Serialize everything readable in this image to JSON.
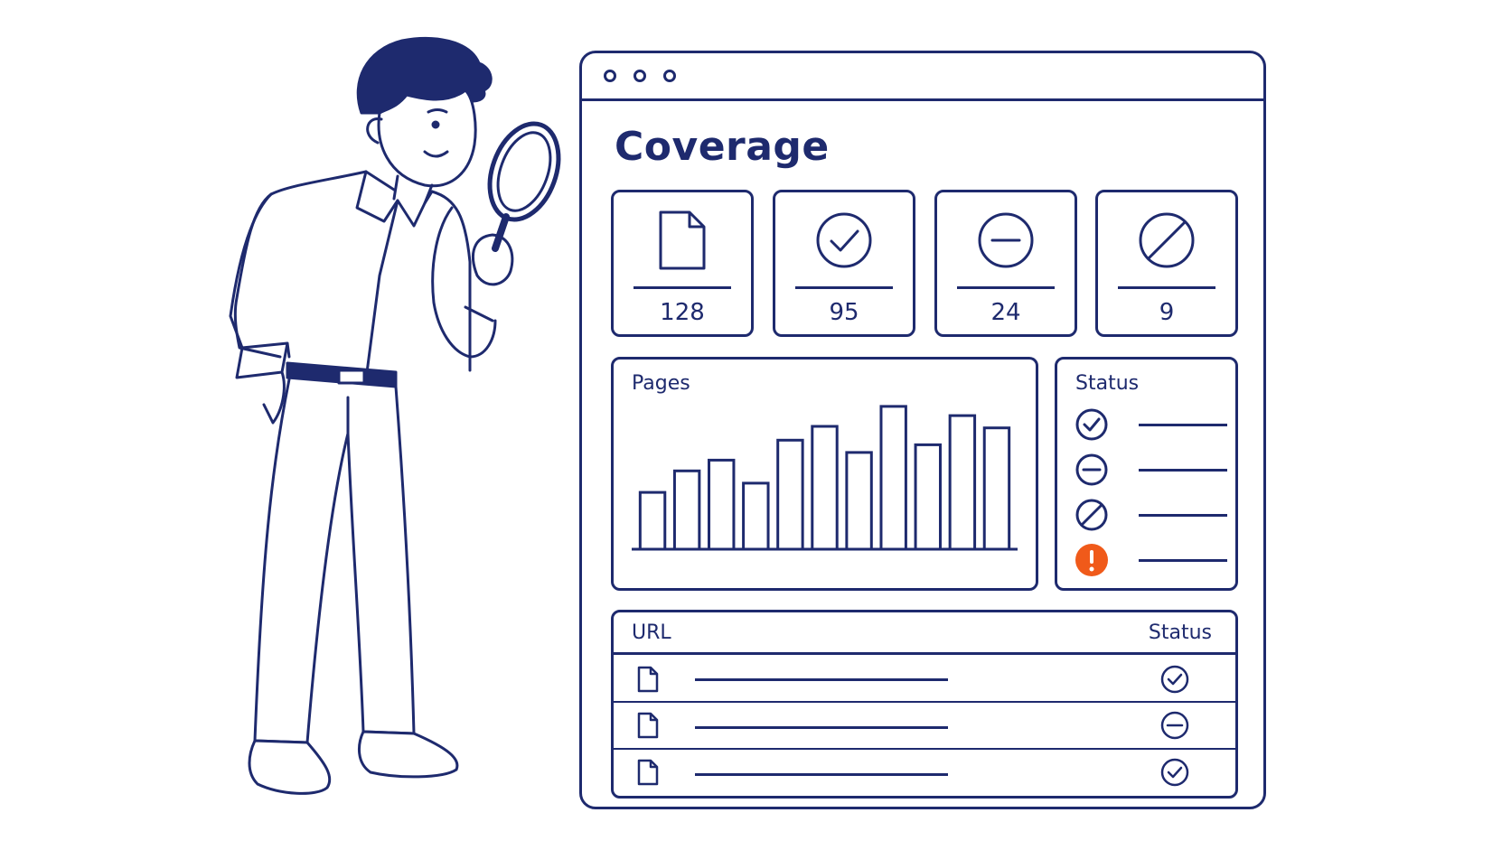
{
  "page": {
    "title": "Coverage",
    "cards": [
      {
        "icon": "document-icon",
        "value": "128"
      },
      {
        "icon": "check-circle-icon",
        "value": "95"
      },
      {
        "icon": "minus-circle-icon",
        "value": "24"
      },
      {
        "icon": "blocked-circle-icon",
        "value": "9"
      }
    ],
    "pages_panel": {
      "title": "Pages"
    },
    "status_panel": {
      "title": "Status",
      "items": [
        {
          "icon": "check-circle-icon"
        },
        {
          "icon": "minus-circle-icon"
        },
        {
          "icon": "blocked-circle-icon"
        },
        {
          "icon": "warning-icon",
          "color": "#f05a1a"
        }
      ]
    },
    "table": {
      "headers": {
        "url": "URL",
        "status": "Status"
      },
      "rows": [
        {
          "icon": "document-icon",
          "status_icon": "check-circle-icon"
        },
        {
          "icon": "document-icon",
          "status_icon": "minus-circle-icon"
        },
        {
          "icon": "document-icon",
          "status_icon": "check-circle-icon"
        }
      ]
    }
  },
  "colors": {
    "ink": "#1e2a6e",
    "accent": "#f05a1a",
    "background": "#ffffff"
  },
  "chart_data": {
    "type": "bar",
    "values": [
      37,
      51,
      58,
      43,
      71,
      80,
      63,
      93,
      68,
      87,
      79
    ],
    "ylim": [
      0,
      100
    ]
  }
}
